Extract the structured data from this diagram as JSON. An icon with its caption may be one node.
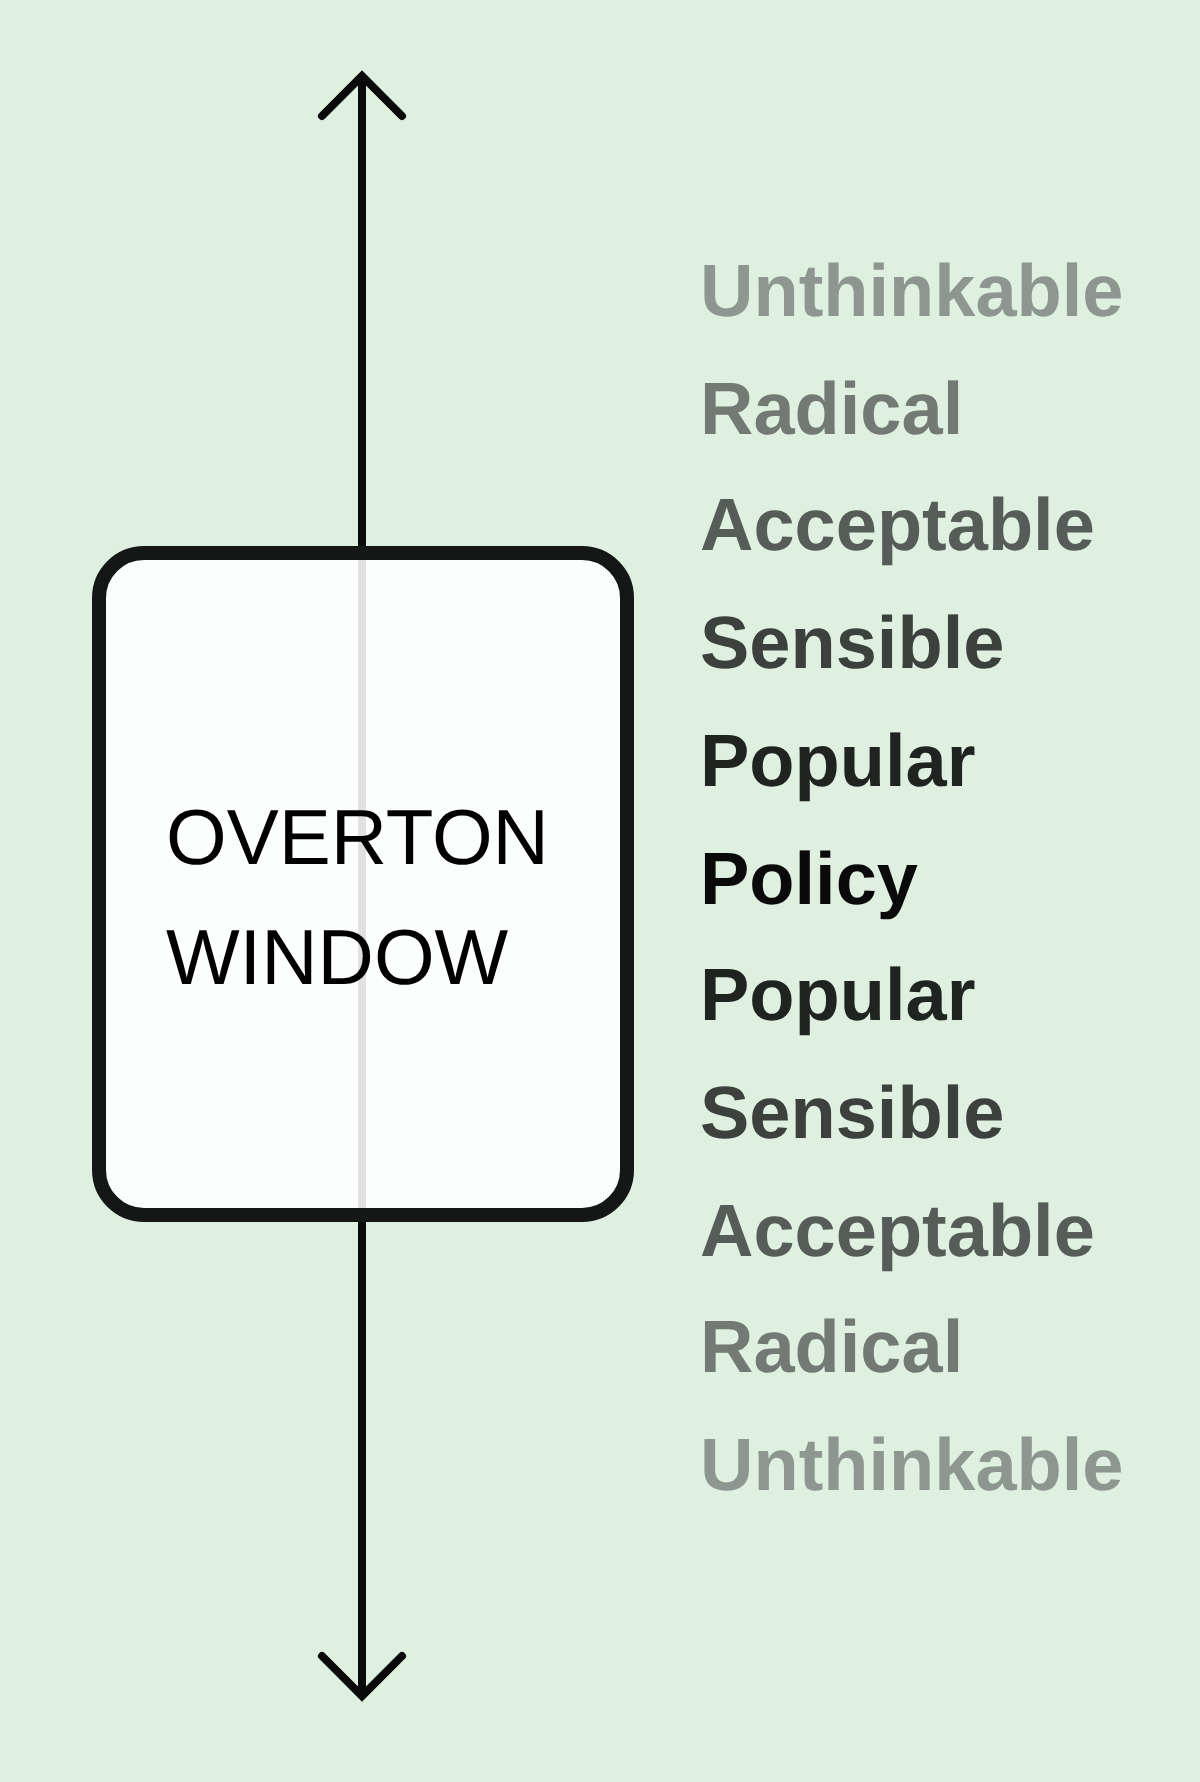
{
  "diagram": {
    "nodes": [
      {
        "text": [
          "OVERTON WINDOW"
        ]
      }
    ],
    "labels": [
      "Unthinkable",
      "Radical",
      "Acceptable",
      "Sensible",
      "Popular",
      "Policy",
      "Popular",
      "Sensible",
      "Acceptable",
      "Radical",
      "Unthinkable"
    ]
  }
}
